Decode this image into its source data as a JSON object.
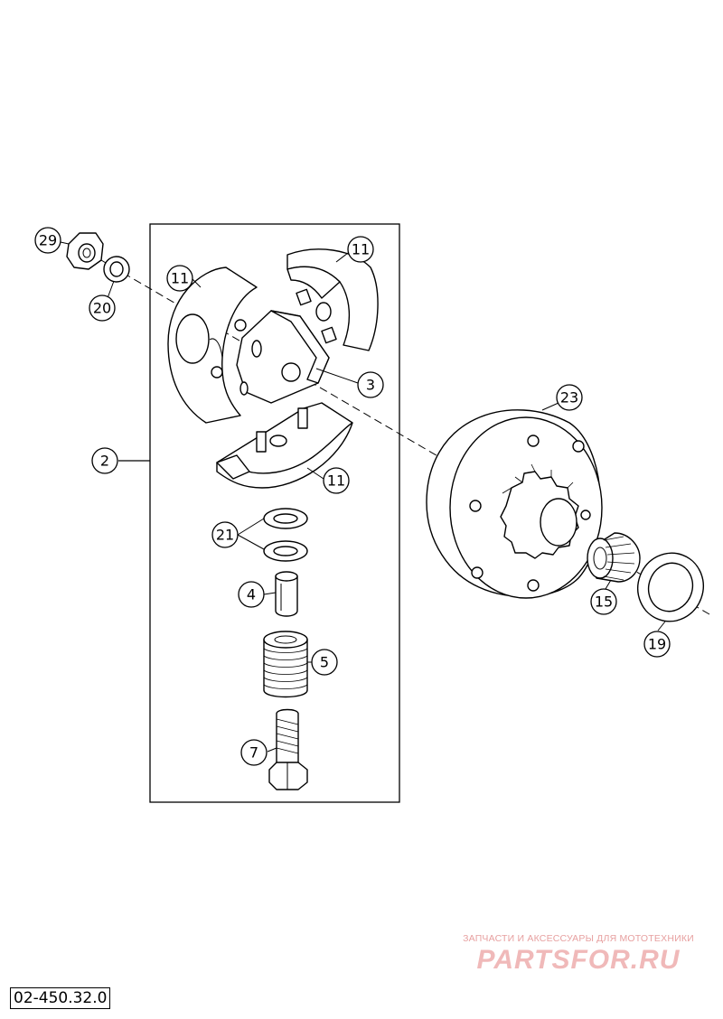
{
  "diagram": {
    "code": "02-450.32.0",
    "callouts": [
      {
        "id": "c29",
        "label": "29"
      },
      {
        "id": "c20",
        "label": "20"
      },
      {
        "id": "c11a",
        "label": "11"
      },
      {
        "id": "c11b",
        "label": "11"
      },
      {
        "id": "c3",
        "label": "3"
      },
      {
        "id": "c2",
        "label": "2"
      },
      {
        "id": "c11c",
        "label": "11"
      },
      {
        "id": "c21",
        "label": "21"
      },
      {
        "id": "c4",
        "label": "4"
      },
      {
        "id": "c5",
        "label": "5"
      },
      {
        "id": "c7",
        "label": "7"
      },
      {
        "id": "c23",
        "label": "23"
      },
      {
        "id": "c15",
        "label": "15"
      },
      {
        "id": "c19",
        "label": "19"
      }
    ]
  },
  "watermark": {
    "tagline": "ЗАПЧАСТИ И АКСЕССУАРЫ ДЛЯ МОТОТЕХНИКИ",
    "brand": "PARTSFOR.RU",
    "color": "#f0b9b9"
  }
}
